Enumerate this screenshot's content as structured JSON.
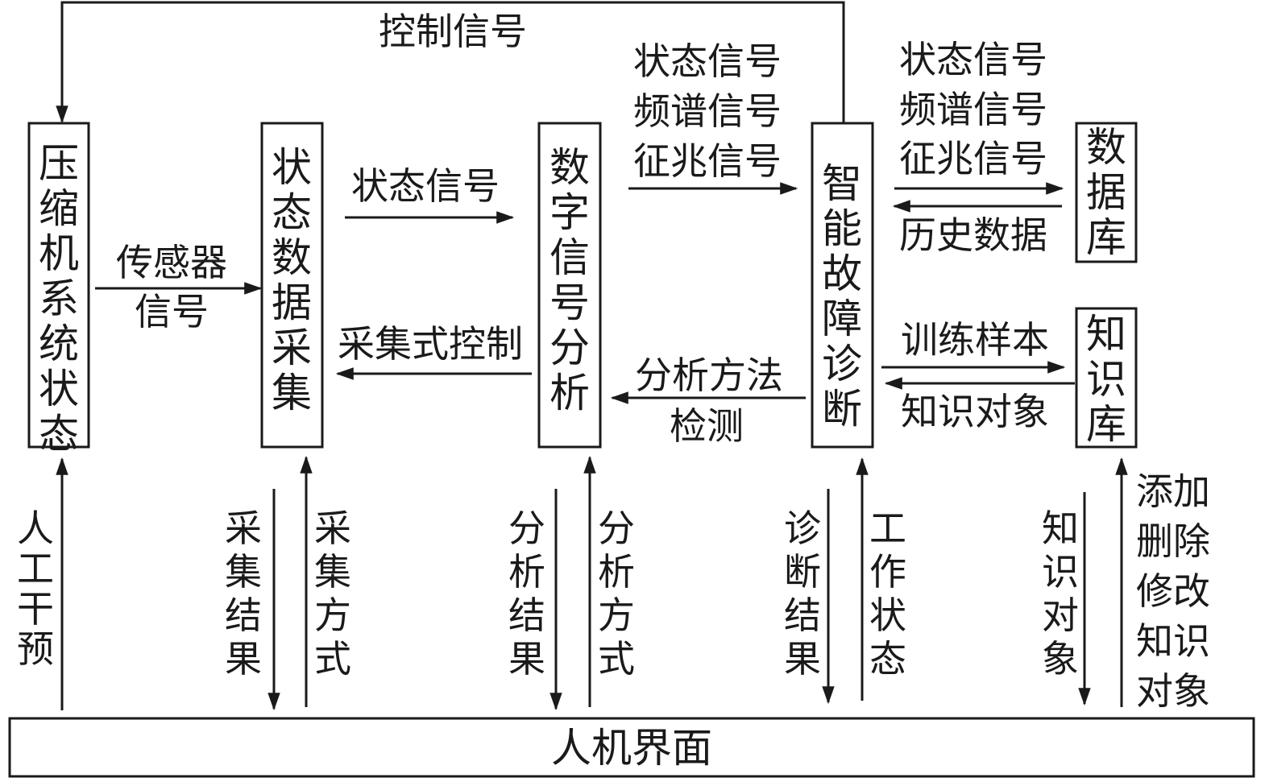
{
  "boxes": {
    "compressor": "压缩机系统状态",
    "acquisition": "状态数据采集",
    "dsp": "数字信号分析",
    "diagnosis": "智能故障诊断",
    "database": "数据库",
    "knowledge": "知识库",
    "hmi": "人机界面"
  },
  "labels": {
    "control_signal": "控制信号",
    "sensor_signal": [
      "传感器",
      "信号"
    ],
    "state_signal": "状态信号",
    "acquisition_control": "采集式控制",
    "signals_to_diagnosis": [
      "状态信号",
      "频谱信号",
      "征兆信号"
    ],
    "method_detect": [
      "分析方法",
      "检测"
    ],
    "signals_to_db": [
      "状态信号",
      "频谱信号",
      "征兆信号"
    ],
    "history_data": "历史数据",
    "training_samples": "训练样本",
    "knowledge_object": "知识对象",
    "manual_intervention": "人工干预",
    "acq_result": "采集结果",
    "acq_method": "采集方式",
    "analysis_result": "分析结果",
    "analysis_method": "分析方式",
    "diag_result": "诊断结果",
    "work_state": "工作状态",
    "kb_object": "知识对象",
    "kb_edit": [
      "添加",
      "删除",
      "修改",
      "知识",
      "对象"
    ]
  }
}
